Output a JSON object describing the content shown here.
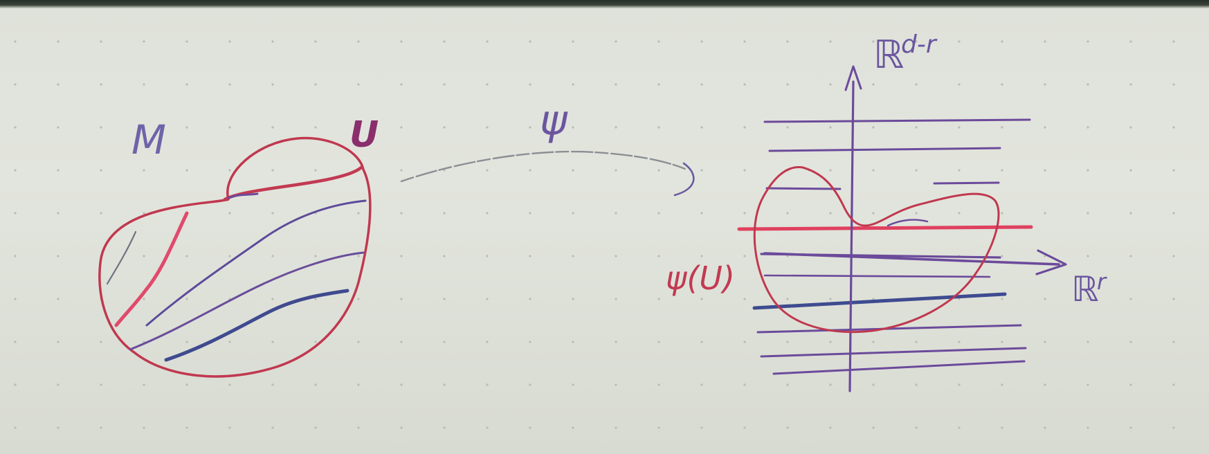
{
  "labels": {
    "manifold": "M",
    "open_set": "U",
    "map": "ψ",
    "image": "ψ(U)",
    "vertical_axis": "ℝ",
    "vertical_axis_exp": "d-r",
    "horizontal_axis": "ℝ",
    "horizontal_axis_exp": "r"
  },
  "colors": {
    "paper": "#e0e3db",
    "red_ink": "#c8384e",
    "pink_ink": "#e0496a",
    "purple_ink": "#6b4a9b",
    "blue_ink": "#3b4a8c",
    "gray_ink": "#8b8e94"
  }
}
